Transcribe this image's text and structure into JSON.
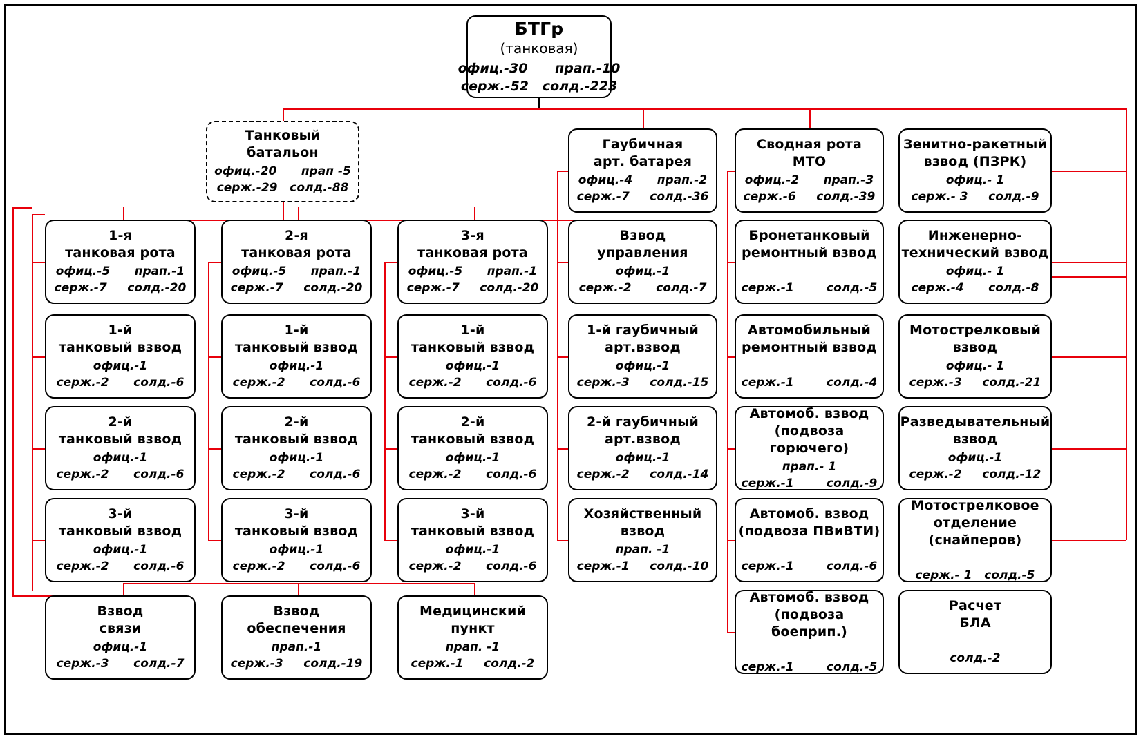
{
  "diagram": {
    "title_root": "БТГр",
    "accent_line_color": "#e8000b",
    "box_border_color": "#000000",
    "labels": {
      "officers": "офиц.",
      "warrant": "прап.",
      "sergeants": "серж.",
      "soldiers": "солд."
    }
  },
  "root": {
    "name": "root-unit",
    "title": "БТГр",
    "subtitle": "(танковая)",
    "stats_row1": "офиц.-30      прап.-10",
    "stats_row2": "серж.-52   солд.-223"
  },
  "battalion": {
    "name": "tank-battalion",
    "title": "Танковый\nбатальон",
    "stats_row1": "офиц.-20      прап -5",
    "stats_row2": "серж.-29   солд.-88"
  },
  "companies": [
    {
      "name": "tank-company-1",
      "title": "1-я\nтанковая рота",
      "stats_row1": "офиц.-5      прап.-1",
      "stats_row2": "серж.-7     солд.-20"
    },
    {
      "name": "tank-company-2",
      "title": "2-я\nтанковая рота",
      "stats_row1": "офиц.-5      прап.-1",
      "stats_row2": "серж.-7     солд.-20"
    },
    {
      "name": "tank-company-3",
      "title": "3-я\nтанковая рота",
      "stats_row1": "офиц.-5      прап.-1",
      "stats_row2": "серж.-7     солд.-20"
    }
  ],
  "platoons_col1": [
    {
      "name": "tank-platoon-1-1",
      "title": "1-й\nтанковый взвод",
      "stats_row1": "офиц.-1",
      "stats_row2": "серж.-2      солд.-6"
    },
    {
      "name": "tank-platoon-1-2",
      "title": "2-й\nтанковый взвод",
      "stats_row1": "офиц.-1",
      "stats_row2": "серж.-2      солд.-6"
    },
    {
      "name": "tank-platoon-1-3",
      "title": "3-й\nтанковый взвод",
      "stats_row1": "офиц.-1",
      "stats_row2": "серж.-2      солд.-6"
    }
  ],
  "platoons_col2": [
    {
      "name": "tank-platoon-2-1",
      "title": "1-й\nтанковый взвод",
      "stats_row1": "офиц.-1",
      "stats_row2": "серж.-2      солд.-6"
    },
    {
      "name": "tank-platoon-2-2",
      "title": "2-й\nтанковый взвод",
      "stats_row1": "офиц.-1",
      "stats_row2": "серж.-2      солд.-6"
    },
    {
      "name": "tank-platoon-2-3",
      "title": "3-й\nтанковый взвод",
      "stats_row1": "офиц.-1",
      "stats_row2": "серж.-2      солд.-6"
    }
  ],
  "platoons_col3": [
    {
      "name": "tank-platoon-3-1",
      "title": "1-й\nтанковый взвод",
      "stats_row1": "офиц.-1",
      "stats_row2": "серж.-2      солд.-6"
    },
    {
      "name": "tank-platoon-3-2",
      "title": "2-й\nтанковый взвод",
      "stats_row1": "офиц.-1",
      "stats_row2": "серж.-2      солд.-6"
    },
    {
      "name": "tank-platoon-3-3",
      "title": "3-й\nтанковый взвод",
      "stats_row1": "офиц.-1",
      "stats_row2": "серж.-2      солд.-6"
    }
  ],
  "bottom_row": [
    {
      "name": "signals-platoon",
      "title": "Взвод\nсвязи",
      "stats_row1": "офиц.-1",
      "stats_row2": "серж.-3      солд.-7"
    },
    {
      "name": "supply-platoon",
      "title": "Взвод\nобеспечения",
      "stats_row1": "прап.-1",
      "stats_row2": "серж.-3     солд.-19"
    },
    {
      "name": "medical-post",
      "title": "Медицинский\nпункт",
      "stats_row1": "прап. -1",
      "stats_row2": "серж.-1     солд.-2"
    }
  ],
  "artillery_col": [
    {
      "name": "howitzer-artillery-battery",
      "title": "Гаубичная\nарт. батарея",
      "stats_row1": "офиц.-4      прап.-2",
      "stats_row2": "серж.-7     солд.-36"
    },
    {
      "name": "control-platoon",
      "title": "Взвод\nуправления",
      "stats_row1": "офиц.-1",
      "stats_row2": "серж.-2      солд.-7"
    },
    {
      "name": "howitzer-art-platoon-1",
      "title": "1-й гаубичный\nарт.взвод",
      "stats_row1": "офиц.-1",
      "stats_row2": "серж.-3     солд.-15"
    },
    {
      "name": "howitzer-art-platoon-2",
      "title": "2-й гаубичный\nарт.взвод",
      "stats_row1": "офиц.-1",
      "stats_row2": "серж.-2     солд.-14"
    },
    {
      "name": "economic-platoon",
      "title": "Хозяйственный\nвзвод",
      "stats_row1": "прап. -1",
      "stats_row2": "серж.-1     солд.-10"
    }
  ],
  "logistics_col": [
    {
      "name": "combined-logistics-company",
      "title": "Сводная рота\nМТО",
      "stats_row1": "офиц.-2      прап.-3",
      "stats_row2": "серж.-6     солд.-39"
    },
    {
      "name": "armor-repair-platoon",
      "title": "Бронетанковый\nремонтный взвод",
      "stats_row1": "",
      "stats_row2": "серж.-1        солд.-5"
    },
    {
      "name": "vehicle-repair-platoon",
      "title": "Автомобильный\nремонтный взвод",
      "stats_row1": "",
      "stats_row2": "серж.-1        солд.-4"
    },
    {
      "name": "fuel-transport-platoon",
      "title": "Автомоб. взвод\n(подвоза горючего)",
      "stats_row1": "прап.- 1",
      "stats_row2": "серж.-1        солд.-9"
    },
    {
      "name": "materiel-transport-platoon",
      "title": "Автомоб. взвод\n(подвоза ПВиВТИ)",
      "stats_row1": "",
      "stats_row2": "серж.-1        солд.-6"
    },
    {
      "name": "ammo-transport-platoon",
      "title": "Автомоб. взвод\n(подвоза боеприп.)",
      "stats_row1": "",
      "stats_row2": "серж.-1        солд.-5"
    }
  ],
  "support_col": [
    {
      "name": "air-defense-missile-platoon",
      "title": "Зенитно-ракетный\nвзвод (ПЗРК)",
      "stats_row1": "офиц.- 1",
      "stats_row2": "серж.- 3     солд.-9"
    },
    {
      "name": "engineering-technical-platoon",
      "title": "Инженерно-\nтехнический взвод",
      "stats_row1": "офиц.- 1",
      "stats_row2": "серж.-4      солд.-8"
    },
    {
      "name": "motorized-rifle-platoon",
      "title": "Мотострелковый\nвзвод",
      "stats_row1": "офиц.- 1",
      "stats_row2": "серж.-3     солд.-21"
    },
    {
      "name": "reconnaissance-platoon",
      "title": "Разведывательный\nвзвод",
      "stats_row1": "офиц.-1",
      "stats_row2": "серж.-2     солд.-12"
    },
    {
      "name": "sniper-squad",
      "title": "Мотострелковое\nотделение\n(снайперов)",
      "stats_row1": "",
      "stats_row2": "серж.- 1   солд.-5"
    },
    {
      "name": "uav-crew",
      "title": "Расчет\nБЛА",
      "stats_row1": "",
      "stats_row2": "солд.-2"
    }
  ]
}
